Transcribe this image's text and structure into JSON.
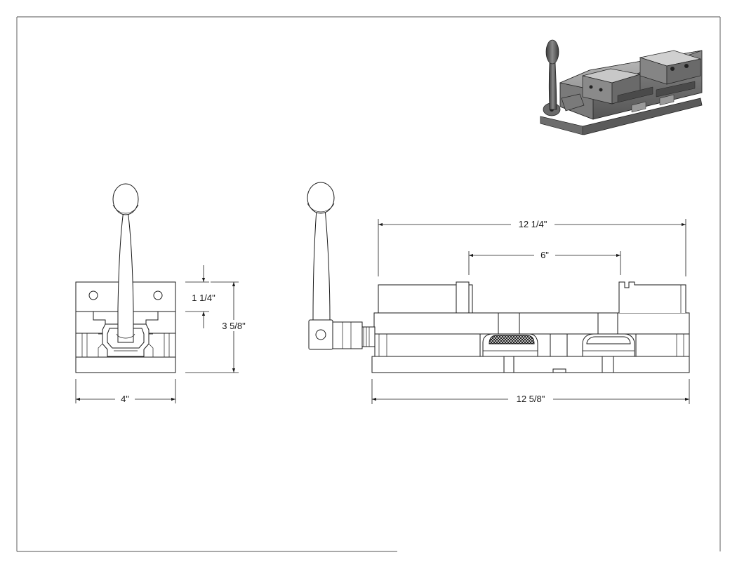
{
  "drawing": {
    "subject": "Vise",
    "views": [
      "front-view",
      "side-view",
      "isometric-view"
    ],
    "colors": {
      "line": "#1a1a1a",
      "paper": "#ffffff",
      "iso_body": "#8a8a8a",
      "iso_dark": "#4a4a4a",
      "iso_light": "#bdbdbd"
    }
  },
  "dimensions": {
    "jaw_height": "1 1/4\"",
    "overall_height": "3 5/8\"",
    "width": "4\"",
    "body_length": "12 1/4\"",
    "jaw_opening": "6\"",
    "overall_length": "12 5/8\""
  }
}
